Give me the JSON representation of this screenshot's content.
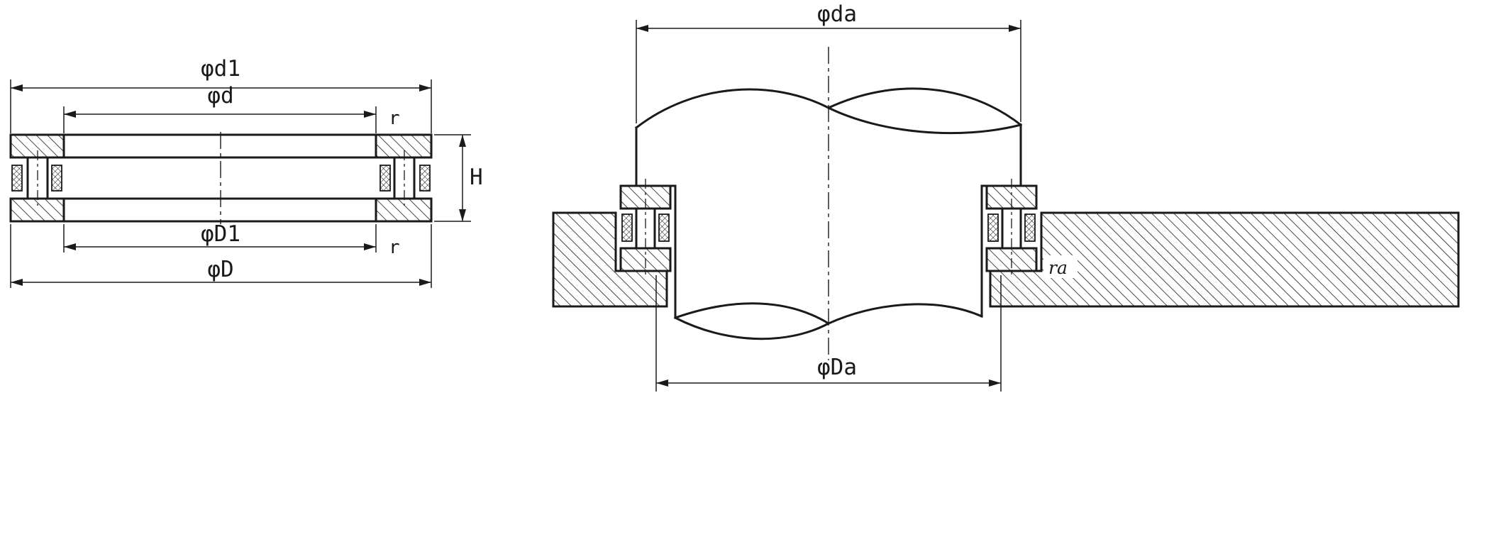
{
  "left_view": {
    "dim_d1": "φd1",
    "dim_d": "φd",
    "r_top": "r",
    "dim_H": "H",
    "dim_D1": "φD1",
    "r_bottom": "r",
    "dim_D": "φD"
  },
  "right_view": {
    "dim_da": "φda",
    "ra": "ra",
    "dim_Da": "φDa"
  },
  "colors": {
    "line": "#1a1a1a",
    "background": "#ffffff"
  }
}
